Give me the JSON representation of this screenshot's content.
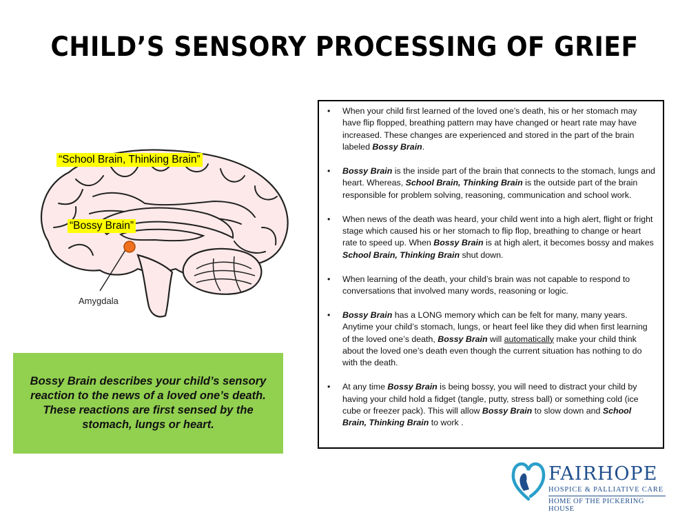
{
  "title": "CHILD’S SENSORY PROCESSING OF GRIEF",
  "brain_labels": {
    "school": "“School Brain, Thinking Brain”",
    "bossy": "“Bossy Brain”",
    "amygdala": "Amygdala"
  },
  "callout": "Bossy Brain describes your child’s sensory reaction to the news of a loved one’s death. These reactions are first sensed by the stomach, lungs or heart.",
  "bullet_char": "•",
  "bullets": {
    "b1": {
      "t1": "When your child first learned of the loved one’s death, his or her stomach may have flip flopped, breathing pattern may have changed or heart rate may have increased. These changes are experienced and stored in the part of the brain labeled ",
      "e1": "Bossy Brain",
      "t2": "."
    },
    "b2": {
      "e1": "Bossy Brain",
      "t1": " is the inside part of the brain that connects to the stomach, lungs and heart. Whereas, ",
      "e2": "School Brain, Thinking Brain",
      "t2": " is the outside part of the brain responsible for problem solving, reasoning, communication and school work."
    },
    "b3": {
      "t1": "When news of the death was heard, your child went into a high alert, flight or fright stage which caused his or her stomach to flip flop, breathing to change or heart rate to speed up. When ",
      "e1": "Bossy Brain",
      "t2": " is at high alert, it becomes bossy and makes ",
      "e2": "School Brain, Thinking Brain",
      "t3": " shut down."
    },
    "b4": {
      "t1": "When learning of the death, your child’s brain was not capable to respond to conversations that involved many words, reasoning or logic."
    },
    "b5": {
      "e1": "Bossy Brain",
      "t1": " has a LONG memory which can be felt for many, many years. Anytime your child’s stomach, lungs, or heart feel like they did when first learning of the loved one’s death, ",
      "e2": "Bossy Brain",
      "t2": " will ",
      "u1": "automatically",
      "t3": " make your child think about the loved one’s death even though the current situation has nothing to do with the death."
    },
    "b6": {
      "t1": "At any time ",
      "e1": "Bossy Brain",
      "t2": " is being bossy, you will need to distract your child by having your child hold a fidget (tangle, putty, stress ball) or something cold (ice cube or freezer pack). This will allow ",
      "e2": "Bossy Brain",
      "t3": " to slow down and ",
      "e3": "School Brain, Thinking Brain",
      "t4": " to work ."
    }
  },
  "logo": {
    "name": "FAIRHOPE",
    "sub1": "HOSPICE & PALLIATIVE CARE",
    "sub2": "HOME OF THE PICKERING HOUSE"
  },
  "colors": {
    "highlight": "#ffff00",
    "callout_bg": "#92d050",
    "amygdala": "#f07020",
    "brand_blue": "#1f4e8c"
  }
}
